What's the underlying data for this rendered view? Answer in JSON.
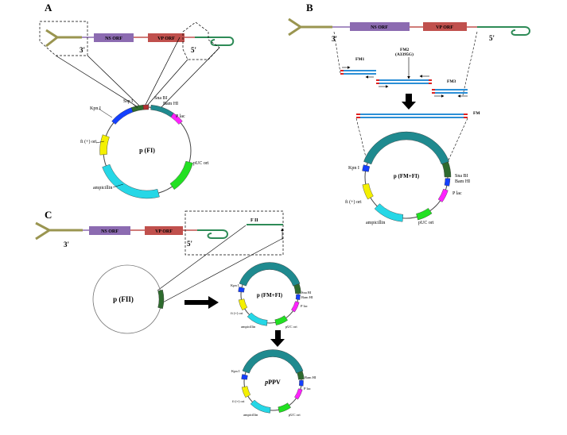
{
  "panels": {
    "a": {
      "letter": "A",
      "genome": {
        "end3": "3'",
        "end5": "5'",
        "ns_orf": "NS ORF",
        "vp_orf": "VP ORF"
      },
      "plasmid": {
        "name": "p (FI)",
        "features": {
          "kpn": "Kpn I",
          "ssp": "Ssp I",
          "sna": "Sna BI",
          "bam": "Bam HI",
          "plac": "P lac",
          "f1": "fi (+) ori",
          "puc": "pUC ori",
          "amp": "ampicillin"
        }
      }
    },
    "b": {
      "letter": "B",
      "genome": {
        "end3": "3'",
        "end5": "5'",
        "ns_orf": "NS ORF",
        "vp_orf": "VP ORF"
      },
      "fragments": {
        "fm1": "FM1",
        "fm2": "FM2",
        "mutation": "(A3395G)",
        "fm3": "FM3",
        "fm": "FM"
      },
      "plasmid": {
        "name": "p (FM+FI)",
        "features": {
          "kpn": "Kpn I",
          "sna": "Sna BI",
          "bam": "Bam HI",
          "plac": "P lac",
          "f1": "fi (+) ori",
          "puc": "pUC ori",
          "amp": "ampicillin"
        }
      }
    },
    "c": {
      "letter": "C",
      "genome": {
        "end3": "3'",
        "end5": "5'",
        "ns_orf": "NS ORF",
        "vp_orf": "VP ORF"
      },
      "fragment_label": "F II",
      "small_plasmid": "p (FII)",
      "plasmid1": {
        "name": "p (FM+FI)",
        "features": {
          "kpn": "Kpn I",
          "sna": "Sna BI",
          "bam": "Bam HI",
          "plac": "P lac",
          "f1": "fi (+) ori",
          "puc": "pUC ori",
          "amp": "ampicillin"
        }
      },
      "plasmid2": {
        "name_italic": "p",
        "name_rest": "PPV",
        "features": {
          "kpn": "Kpn I",
          "bam": "Bam HI",
          "plac": "P lac",
          "f1": "fi (+) ori",
          "puc": "pUC ori",
          "amp": "ampicillin"
        }
      }
    }
  },
  "colors": {
    "ns_orf": "#8c6bb1",
    "vp_orf": "#c0504d",
    "genome_5utr": "#9a9550",
    "genome_3utr": "#2e8b57",
    "fm_band": "#1f8a8f",
    "amp": "#26d7e6",
    "f1": "#f4f000",
    "puc": "#22e022",
    "plac": "#ff22ff",
    "mcs_blue": "#1440ff"
  }
}
